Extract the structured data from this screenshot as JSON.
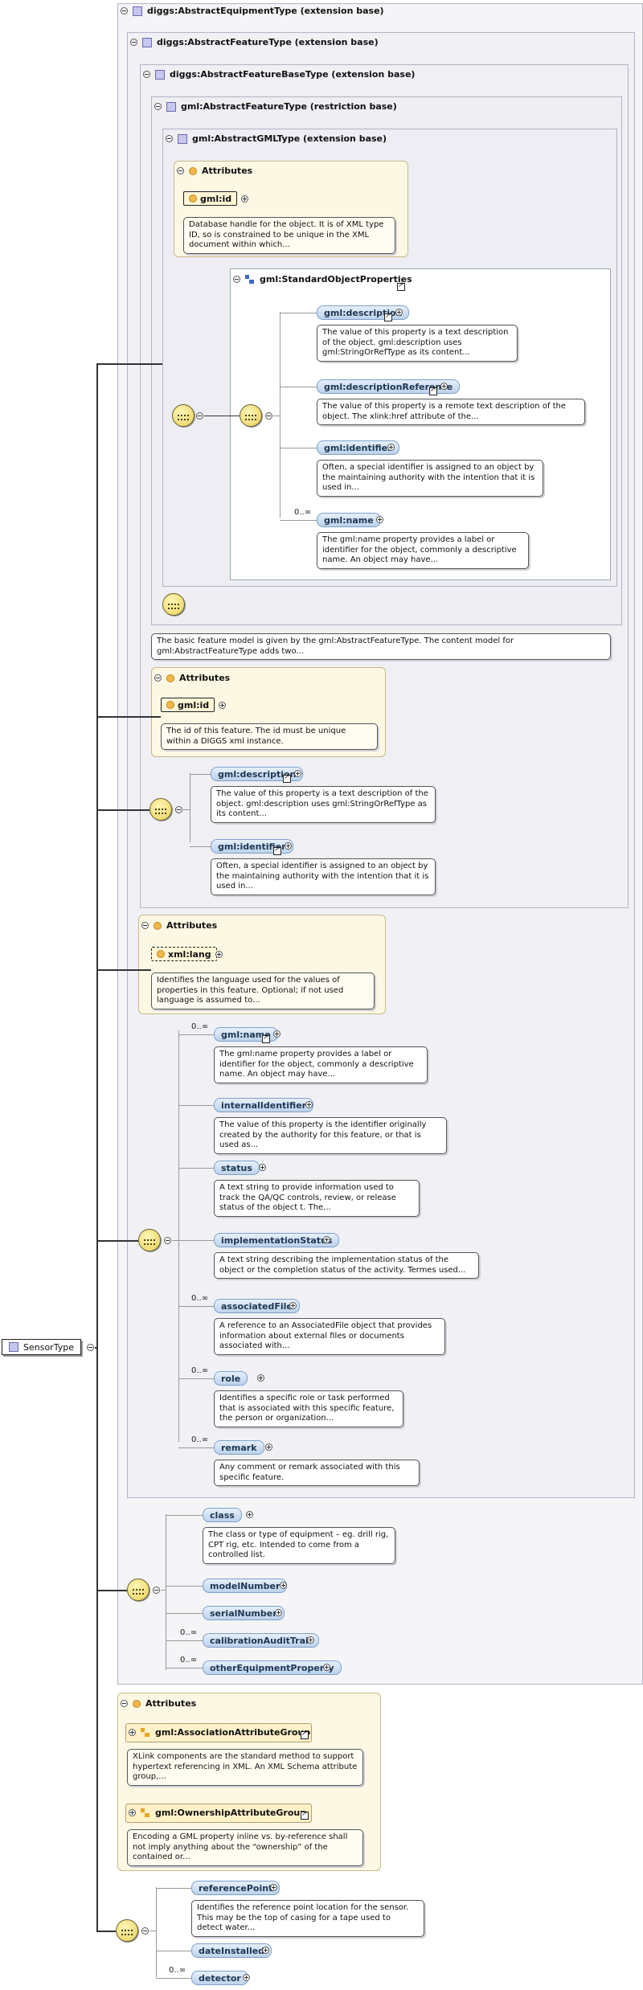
{
  "root": {
    "label": "SensorType"
  },
  "types": {
    "equipment": "diggs:AbstractEquipmentType (extension base)",
    "feature": "diggs:AbstractFeatureType (extension base)",
    "feature_base": "diggs:AbstractFeatureBaseType (extension base)",
    "gml_feature": "gml:AbstractFeatureType (restriction base)",
    "gml_gml": "gml:AbstractGMLType (extension base)"
  },
  "attributes_label": "Attributes",
  "gml_attrs": {
    "id_label": "gml:id",
    "id_doc": "Database handle for the object. It is of XML type ID, so is constrained to be unique in the XML document within which..."
  },
  "sop": {
    "label": "gml:StandardObjectProperties",
    "items": [
      {
        "label": "gml:description",
        "doc": "The value of this property is a text description of the object. gml:description uses gml:StringOrRefType as its content..."
      },
      {
        "label": "gml:descriptionReference",
        "doc": "The value of this property is a remote text description of the object. The xlink:href attribute of the..."
      },
      {
        "label": "gml:identifier",
        "doc": "Often, a special identifier is assigned to an object by the maintaining authority with the intention that it is used in..."
      },
      {
        "label": "gml:name",
        "occ": "0..∞",
        "doc": "The gml:name property provides a label or identifier for the object, commonly a descriptive name. An object may have..."
      }
    ]
  },
  "feature_doc": "The basic feature model is given by the gml:AbstractFeatureType. The content model for gml:AbstractFeatureType adds two...",
  "fb_attrs": {
    "id_label": "gml:id",
    "id_doc": "The id of this feature. The id must be unique within a DIGGS xml instance."
  },
  "fb_seq": [
    {
      "label": "gml:description",
      "doc": "The value of this property is a text description of the object. gml:description uses gml:StringOrRefType as its content..."
    },
    {
      "label": "gml:identifier",
      "doc": "Often, a special identifier is assigned to an object by the maintaining authority with the intention that it is used in..."
    }
  ],
  "feat_attrs": {
    "lang_label": "xml:lang",
    "lang_doc": "Identifies the language used for the values of properties in this feature. Optional; if not used language is assumed to..."
  },
  "feat_seq": [
    {
      "label": "gml:name",
      "occ": "0..∞",
      "doc": "The gml:name property provides a label or identifier for the object, commonly a descriptive name. An object may have..."
    },
    {
      "label": "internalIdentifier",
      "occ": "",
      "doc": "The value of this property is the identifier originally created by the authority for this feature, or that is used as..."
    },
    {
      "label": "status",
      "occ": "",
      "doc": "A text string to provide information used to track the QA/QC controls, review, or release status of the object t. The..."
    },
    {
      "label": "implementationStatus",
      "occ": "",
      "doc": "A text string describing the implementation status of the object or the completion status of the activity. Termes used..."
    },
    {
      "label": "associatedFile",
      "occ": "0..∞",
      "doc": "A reference to an AssociatedFile object that provides information about external files or documents associated with..."
    },
    {
      "label": "role",
      "occ": "0..∞",
      "doc": "Identifies a specific role or task performed that is associated with this specific feature, the person or organization..."
    },
    {
      "label": "remark",
      "occ": "0..∞",
      "doc": "Any comment or remark associated with this specific feature."
    }
  ],
  "equip_seq": [
    {
      "label": "class",
      "occ": "",
      "doc": "The class or type of equipment – eg. drill rig, CPT rig, etc. Intended to come from a controlled list."
    },
    {
      "label": "modelNumber",
      "occ": ""
    },
    {
      "label": "serialNumber",
      "occ": ""
    },
    {
      "label": "calibrationAuditTrail",
      "occ": "0..∞"
    },
    {
      "label": "otherEquipmentProperty",
      "occ": "0..∞"
    }
  ],
  "equip_attrs": [
    {
      "label": "gml:AssociationAttributeGroup",
      "doc": "XLink components are the standard method to support hypertext referencing in XML. An XML Schema attribute group,..."
    },
    {
      "label": "gml:OwnershipAttributeGroup",
      "doc": "Encoding a GML property inline vs. by-reference shall not imply anything about the “ownership” of the contained or..."
    }
  ],
  "sensor_seq": [
    {
      "label": "referencePoint",
      "occ": "",
      "doc": "Identifies the reference point location for the sensor. This may be the top of casing for a tape used to detect water..."
    },
    {
      "label": "dateInstalled",
      "occ": ""
    },
    {
      "label": "detector",
      "occ": "0..∞"
    }
  ]
}
